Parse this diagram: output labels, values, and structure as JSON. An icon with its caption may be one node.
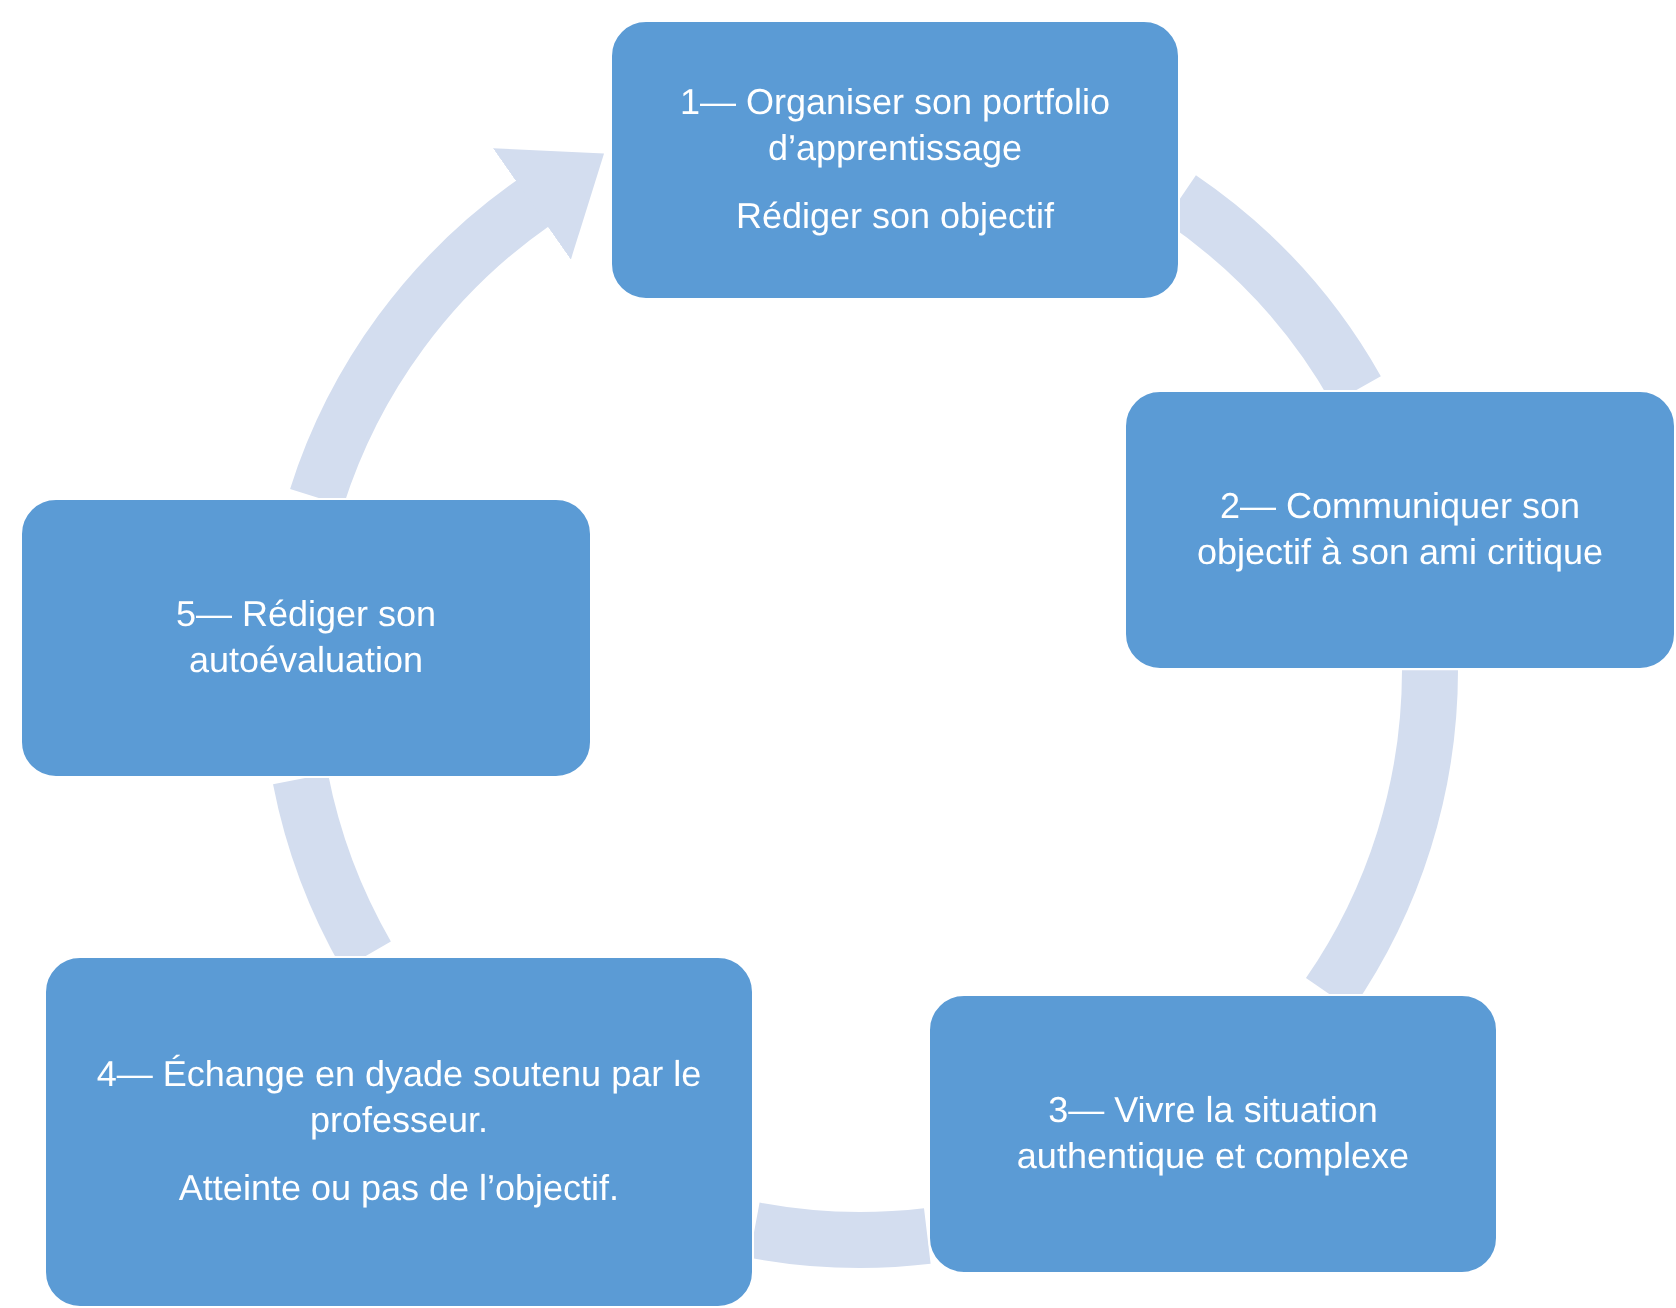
{
  "diagram": {
    "nodes": [
      {
        "text": [
          "1— Organiser son portfolio d’apprentissage",
          "Rédiger son objectif"
        ]
      },
      {
        "text": [
          "2— Communiquer son objectif à son ami critique"
        ]
      },
      {
        "text": [
          "3— Vivre la situation authentique et complexe"
        ]
      },
      {
        "text": [
          "4— Échange en dyade soutenu par le professeur.",
          "Atteinte ou pas de l’objectif."
        ]
      },
      {
        "text": [
          "5— Rédiger son autoévaluation"
        ]
      }
    ],
    "edges": [
      {
        "from": 0,
        "to": 1,
        "arrow": "none"
      },
      {
        "from": 1,
        "to": 2,
        "arrow": "none"
      },
      {
        "from": 2,
        "to": 3,
        "arrow": "none"
      },
      {
        "from": 3,
        "to": 4,
        "arrow": "none"
      },
      {
        "from": 4,
        "to": 0,
        "arrow": "to"
      }
    ]
  }
}
